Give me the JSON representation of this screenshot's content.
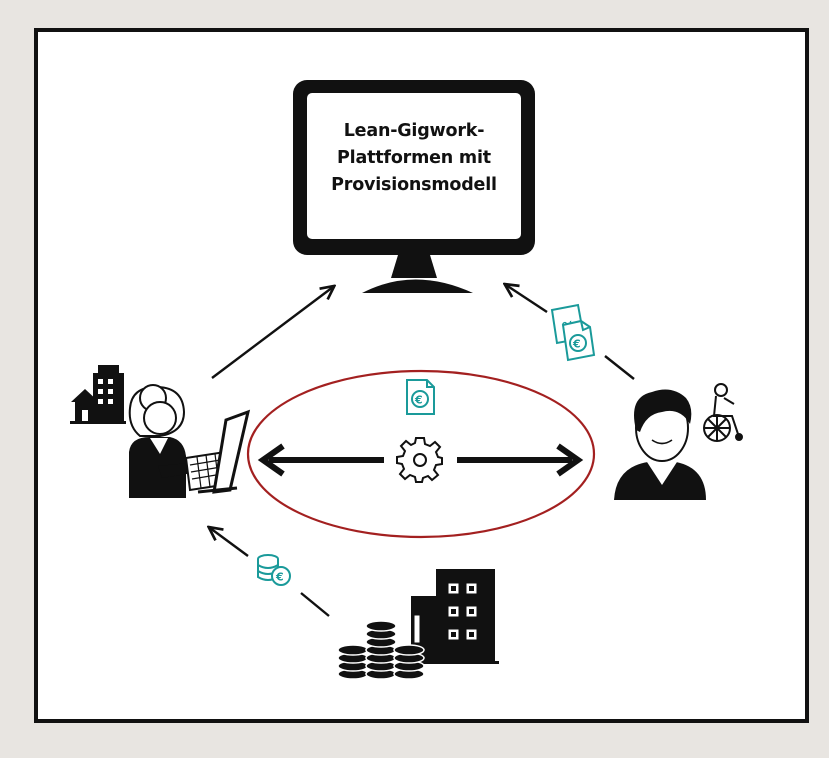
{
  "diagram": {
    "platform_title_lines": [
      "Lean-Gigwork-",
      "Plattformen mit",
      "Provisionsmodell"
    ],
    "icon_names": {
      "platform": "computer-monitor-icon",
      "client": "woman-at-laptop-icon",
      "client_home": "house-and-building-icon",
      "worker": "person-icon",
      "worker_accessibility": "wheelchair-user-icon",
      "process": "gear-icon",
      "commission_document": "percent-document-icon",
      "payment_document": "euro-document-icon",
      "money_stack": "euro-coin-stack-icon",
      "investor_coins": "coin-stacks-icon",
      "investor_building": "office-building-icon"
    },
    "colors": {
      "frame_background": "#e8e5e1",
      "panel": "#ffffff",
      "ink": "#111111",
      "money_teal": "#1a9a9a",
      "highlight_ellipse": "#a32020"
    }
  }
}
